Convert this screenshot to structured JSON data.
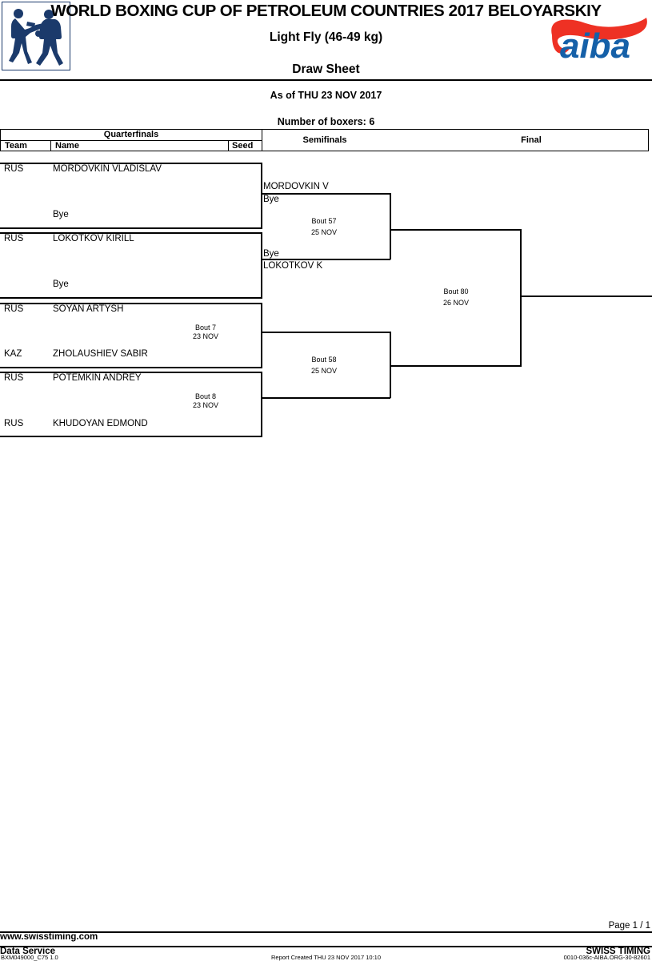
{
  "header": {
    "event_title": "WORLD BOXING CUP OF PETROLEUM COUNTRIES 2017 BELOYARSKIY",
    "weight_class": "Light Fly (46-49 kg)",
    "sheet_type": "Draw Sheet",
    "as_of": "As of THU 23 NOV 2017",
    "boxer_count": "Number of boxers: 6",
    "left_logo_name": "boxing-pictogram-logo",
    "right_logo_name": "aiba-logo",
    "aiba_text": "aiba",
    "colors": {
      "logo_navy": "#1b3a6b",
      "aiba_blue": "#1560a8",
      "aiba_red": "#ee3124"
    }
  },
  "round_headers": {
    "quarterfinals": "Quarterfinals",
    "team": "Team",
    "name": "Name",
    "seed": "Seed",
    "semifinals": "Semifinals",
    "final": "Final"
  },
  "quarterfinals": [
    {
      "top": {
        "team": "RUS",
        "name": "MORDOVKIN VLADISLAV",
        "seed": ""
      },
      "bottom": {
        "team": "",
        "name": "Bye",
        "seed": ""
      },
      "bout_no": "",
      "bout_date": ""
    },
    {
      "top": {
        "team": "RUS",
        "name": "LOKOTKOV KIRILL",
        "seed": ""
      },
      "bottom": {
        "team": "",
        "name": "Bye",
        "seed": ""
      },
      "bout_no": "",
      "bout_date": ""
    },
    {
      "top": {
        "team": "RUS",
        "name": "SOYAN ARTYSH",
        "seed": ""
      },
      "bottom": {
        "team": "KAZ",
        "name": "ZHOLAUSHIEV SABIR",
        "seed": ""
      },
      "bout_no": "Bout  7",
      "bout_date": "23 NOV"
    },
    {
      "top": {
        "team": "RUS",
        "name": "POTEMKIN ANDREY",
        "seed": ""
      },
      "bottom": {
        "team": "RUS",
        "name": "KHUDOYAN EDMOND",
        "seed": ""
      },
      "bout_no": "Bout  8",
      "bout_date": "23 NOV"
    }
  ],
  "semifinals": [
    {
      "top_advancer": "MORDOVKIN V",
      "top_label": "Bye",
      "bottom_label": "Bye",
      "bottom_advancer": "LOKOTKOV K",
      "bout_no": "Bout  57",
      "bout_date": "25 NOV"
    },
    {
      "top_advancer": "",
      "top_label": "",
      "bottom_label": "",
      "bottom_advancer": "",
      "bout_no": "Bout  58",
      "bout_date": "25 NOV"
    }
  ],
  "final": {
    "bout_no": "Bout  80",
    "bout_date": "26 NOV",
    "winner": ""
  },
  "footer": {
    "website": "www.swisstiming.com",
    "data_service": "Data Service",
    "page": "Page 1 / 1",
    "swiss_timing": "SWISS TIMING",
    "code_left": "BXM049000_C75 1.0",
    "report_created": "Report Created  THU 23 NOV 2017 10:10",
    "code_right": "0010-036c-AIBA.ORG-30-82601"
  }
}
